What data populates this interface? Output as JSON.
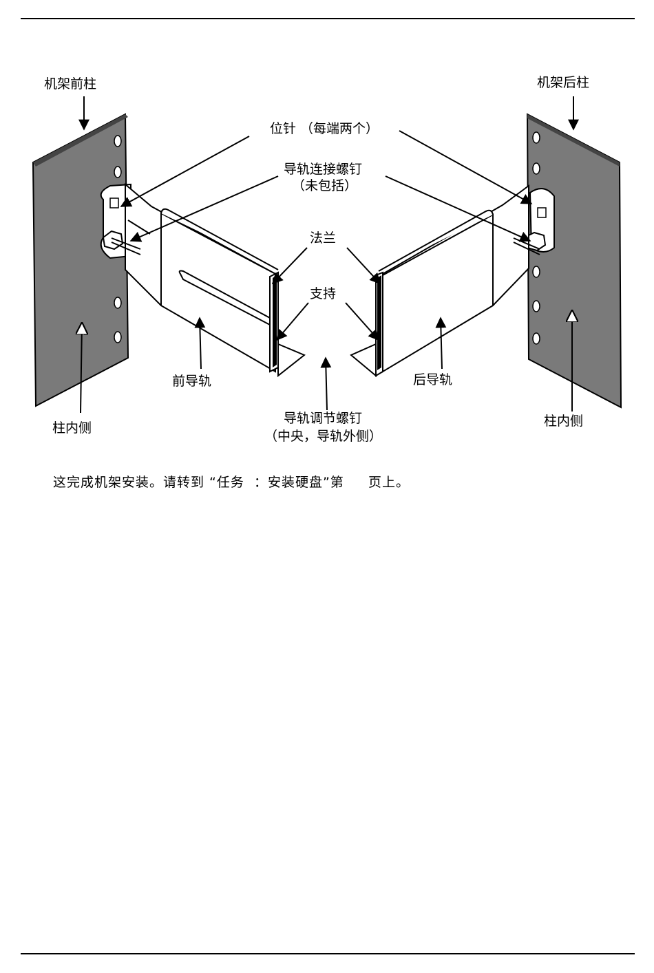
{
  "labels": {
    "front_post": "机架前柱",
    "rear_post": "机架后柱",
    "pins": "位针 （每端两个）",
    "rail_screws_1": "导轨连接螺钉",
    "rail_screws_2": "（未包括）",
    "flange": "法兰",
    "support": "支持",
    "front_rail": "前导轨",
    "rear_rail": "后导轨",
    "inner_left": "柱内侧",
    "inner_right": "柱内侧",
    "adjust_screw_1": "导轨调节螺钉",
    "adjust_screw_2": "（中央，导轨外侧）"
  },
  "body": {
    "text": "这完成机架安装。请转到 “任务  ：安装硬盘”第     页上。"
  },
  "colors": {
    "post_fill": "#7a7a7a",
    "post_edge": "#3a3a3a",
    "line": "#000000"
  }
}
